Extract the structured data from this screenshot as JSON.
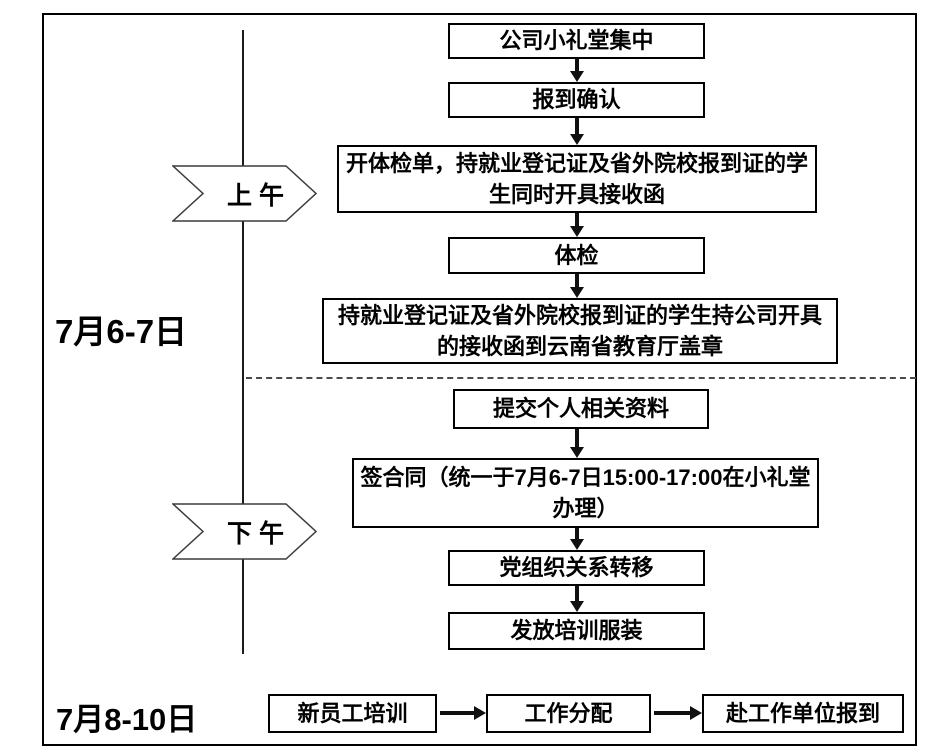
{
  "diagram": {
    "date_labels": [
      "7月6-7日",
      "7月8-10日"
    ],
    "periods": [
      "上 午",
      "下 午"
    ],
    "morning_steps": [
      "公司小礼堂集中",
      "报到确认",
      "开体检单，持就业登记证及省外院校报到证的学生同时开具接收函",
      "体检",
      "持就业登记证及省外院校报到证的学生持公司开具的接收函到云南省教育厅盖章"
    ],
    "afternoon_steps": [
      "提交个人相关资料",
      "签合同（统一于7月6-7日15:00-17:00在小礼堂办理）",
      "党组织关系转移",
      "发放培训服装"
    ],
    "day3_steps": [
      "新员工培训",
      "工作分配",
      "赴工作单位报到"
    ],
    "colors": {
      "line": "#000000",
      "box_border": "#000000",
      "background": "#ffffff",
      "text": "#000000"
    }
  }
}
